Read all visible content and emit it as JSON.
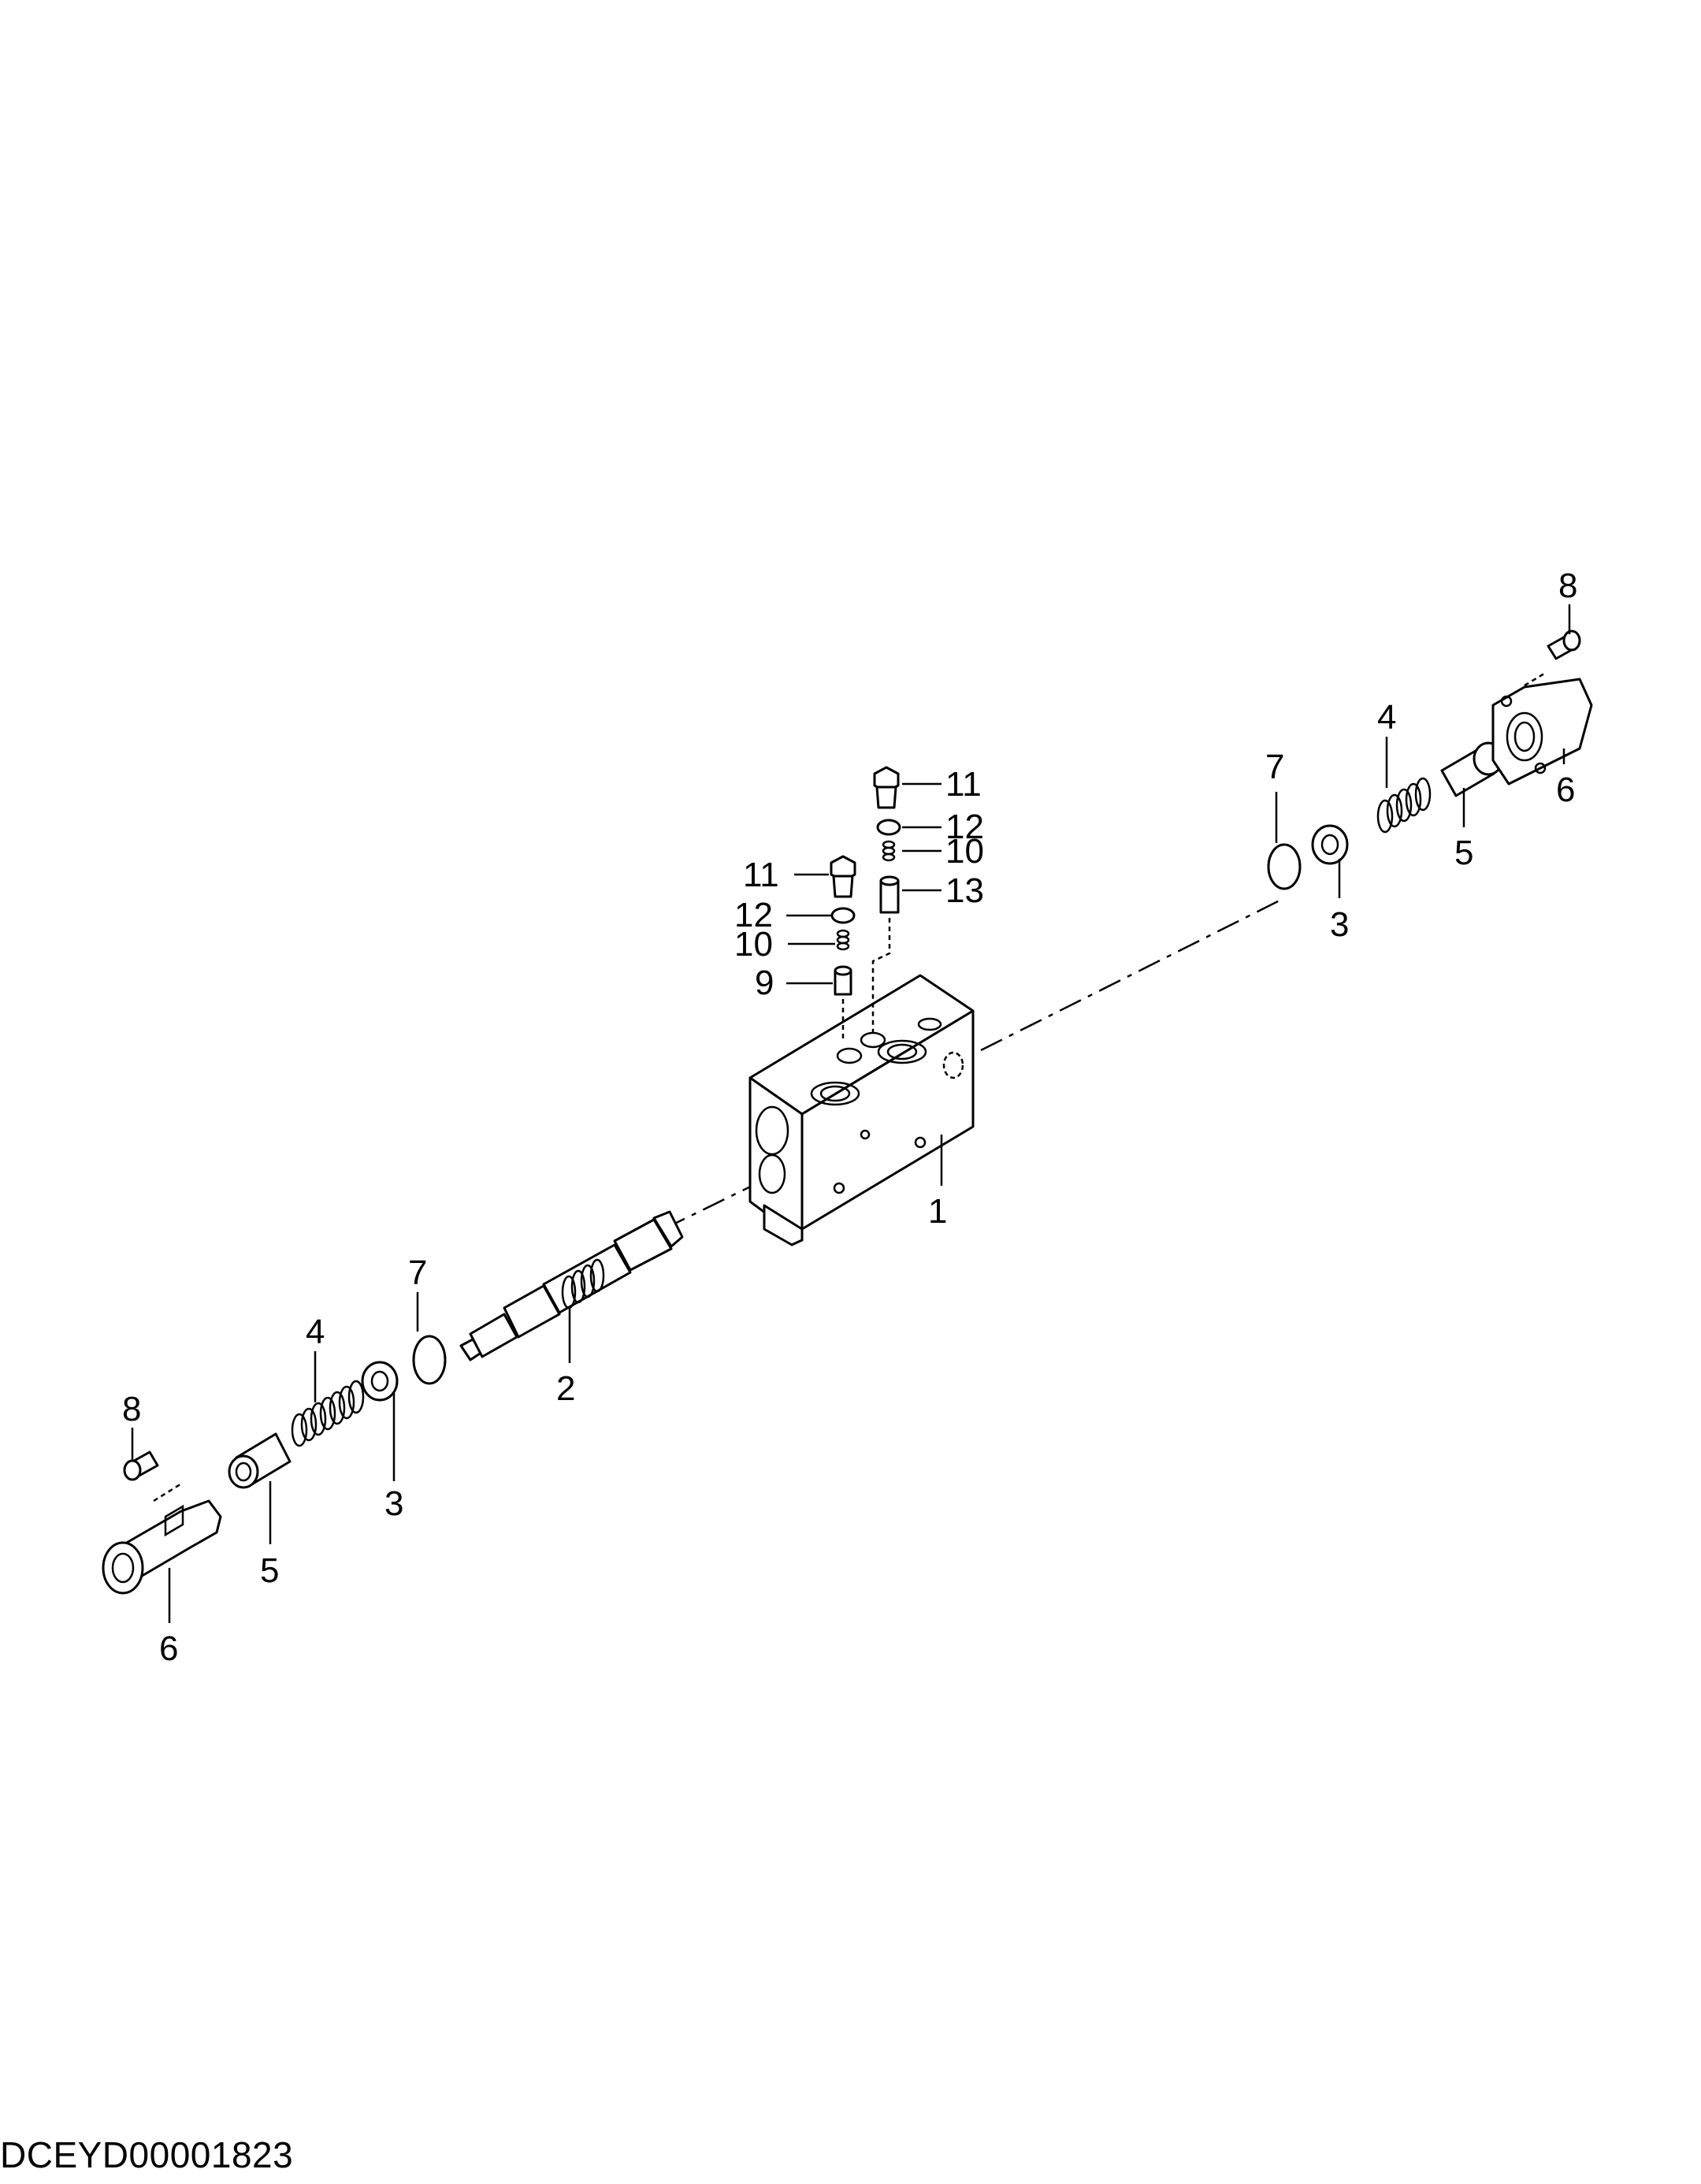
{
  "diagram": {
    "callouts": {
      "c1": "1",
      "c2": "2",
      "c3_left": "3",
      "c3_right": "3",
      "c4_left": "4",
      "c4_right": "4",
      "c5_left": "5",
      "c5_right": "5",
      "c6_left": "6",
      "c6_right": "6",
      "c7_left": "7",
      "c7_right": "7",
      "c8_left": "8",
      "c8_right": "8",
      "c9": "9",
      "c10_a": "10",
      "c10_b": "10",
      "c11_a": "11",
      "c11_b": "11",
      "c12_a": "12",
      "c12_b": "12",
      "c13": "13"
    },
    "drawing_code": "DCEYD00001823"
  }
}
